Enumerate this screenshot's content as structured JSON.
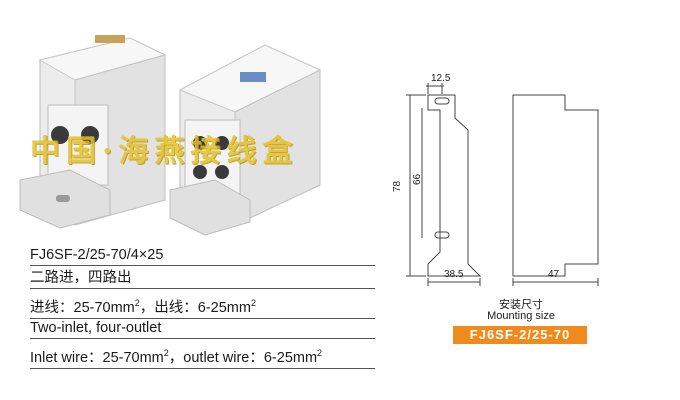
{
  "watermark": "中国·海燕接线盒",
  "watermark_color": "#e5c02a",
  "specs": {
    "model": "FJ6SF-2/25-70/4×25",
    "cn_type": "二路进，四路出",
    "cn_wire_prefix": "进线：25-70mm",
    "cn_wire_mid": "，出线：6-25mm",
    "sup2": "2",
    "en_type": "Two-inlet, four-outlet",
    "en_wire_prefix": "Inlet wire：25-70mm",
    "en_wire_mid": "，outlet wire：6-25mm"
  },
  "drawing": {
    "dim_top": "12.5",
    "dim_height": "78",
    "dim_inner": "66",
    "dim_width_front": "38.5",
    "dim_width_side": "47"
  },
  "caption": {
    "cn": "安装尺寸",
    "en": "Mounting size",
    "model": "FJ6SF-2/25-70"
  },
  "badge_color": "#ee8a1e"
}
